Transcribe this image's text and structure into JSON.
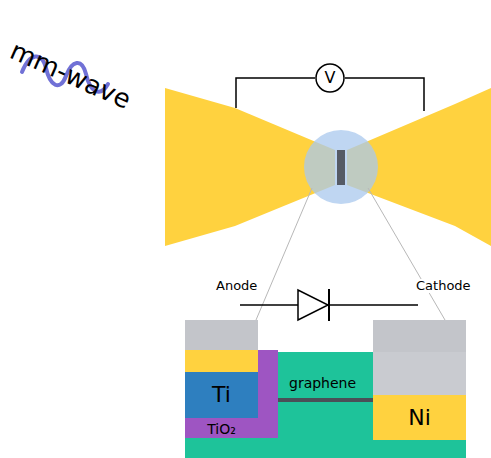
{
  "diagram": {
    "nodes": [
      {
        "text": [
          "V"
        ]
      },
      {
        "text": [
          "Ti"
        ]
      },
      {
        "text": [
          "TiO₂"
        ]
      },
      {
        "text": [
          "Ni"
        ]
      }
    ],
    "labels": [
      "mm-wave",
      "Anode",
      "Cathode",
      "graphene"
    ]
  }
}
